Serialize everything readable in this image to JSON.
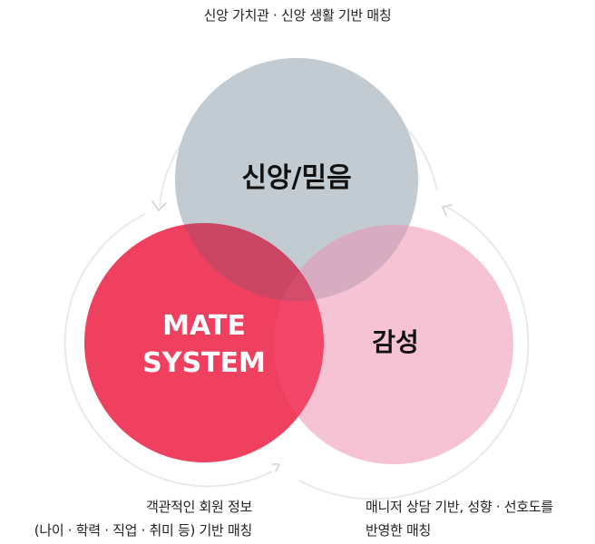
{
  "captions": {
    "top": "신앙 가치관 ·  신앙 생활 기반 매칭",
    "bottom_left_line1": "객관적인 회원 정보",
    "bottom_left_line2": "(나이 · 학력 · 직업 · 취미 등) 기반 매칭",
    "bottom_right_line1": "매니저 상담 기반, 성향 ·  선호도를",
    "bottom_right_line2": "반영한 매칭"
  },
  "circles": {
    "faith": {
      "label": "신앙/믿음",
      "color": "#e4eaee"
    },
    "system": {
      "label_line1": "MATE",
      "label_line2": "SYSTEM",
      "color": "#f0405f"
    },
    "emotion": {
      "label": "감성",
      "color": "#f5d7e3"
    }
  },
  "colors": {
    "ring": "#e7e9ec",
    "arrow": "#cfd3d8",
    "text": "#222222",
    "system_text": "#ffffff"
  }
}
